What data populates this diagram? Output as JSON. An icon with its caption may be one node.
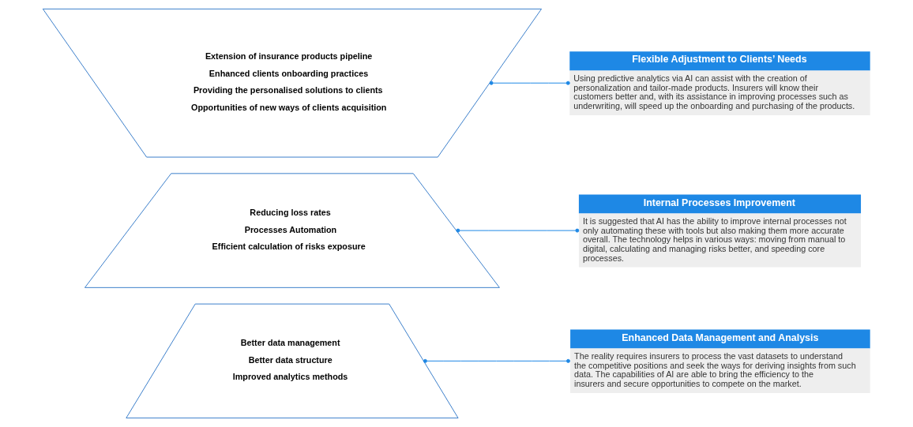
{
  "diagram": {
    "nodes": [
      {
        "text": [
          "Better data management",
          "Better data structure",
          "Improved analytics methods"
        ]
      },
      {
        "text": [
          "Enhanced Data Management and Analysis",
          "The reality requires insurers to process the vast datasets to understand the competitive positions and seek the ways for deriving insights from such data. The capabilities of AI are able to bring the efficiency to the insurers and secure opportunities to compete on the market."
        ]
      },
      {
        "text": [
          "Reducing loss rates",
          "Processes Automation",
          "Efficient calculation of risks exposure"
        ]
      },
      {
        "text": [
          "Internal Processes Improvement",
          "It is suggested that AI has the ability to improve internal processes not only automating these with tools but also making them more accurate overall. The technology helps in various ways: moving from manual to digital, calculating and managing risks better, and speeding core processes."
        ]
      },
      {
        "text": [
          "Extension of insurance products pipeline",
          "Enhanced clients onboarding practices",
          "Providing the personalised solutions to clients",
          "Opportunities of new ways of clients acquisition"
        ]
      },
      {
        "text": [
          "Flexible Adjustment to Clients’ Needs",
          "Using predictive analytics via AI can assist with the creation of personalization and tailor-made products. Insurers will know their customers better and, with its assistance in improving processes such as underwriting, will speed up the onboarding and purchasing of the products."
        ]
      }
    ],
    "edges": [
      {
        "from": 0,
        "to": 1,
        "arrow": "other"
      },
      {
        "from": 2,
        "to": 3,
        "arrow": "other"
      },
      {
        "from": 4,
        "to": 5,
        "arrow": "other"
      }
    ]
  }
}
